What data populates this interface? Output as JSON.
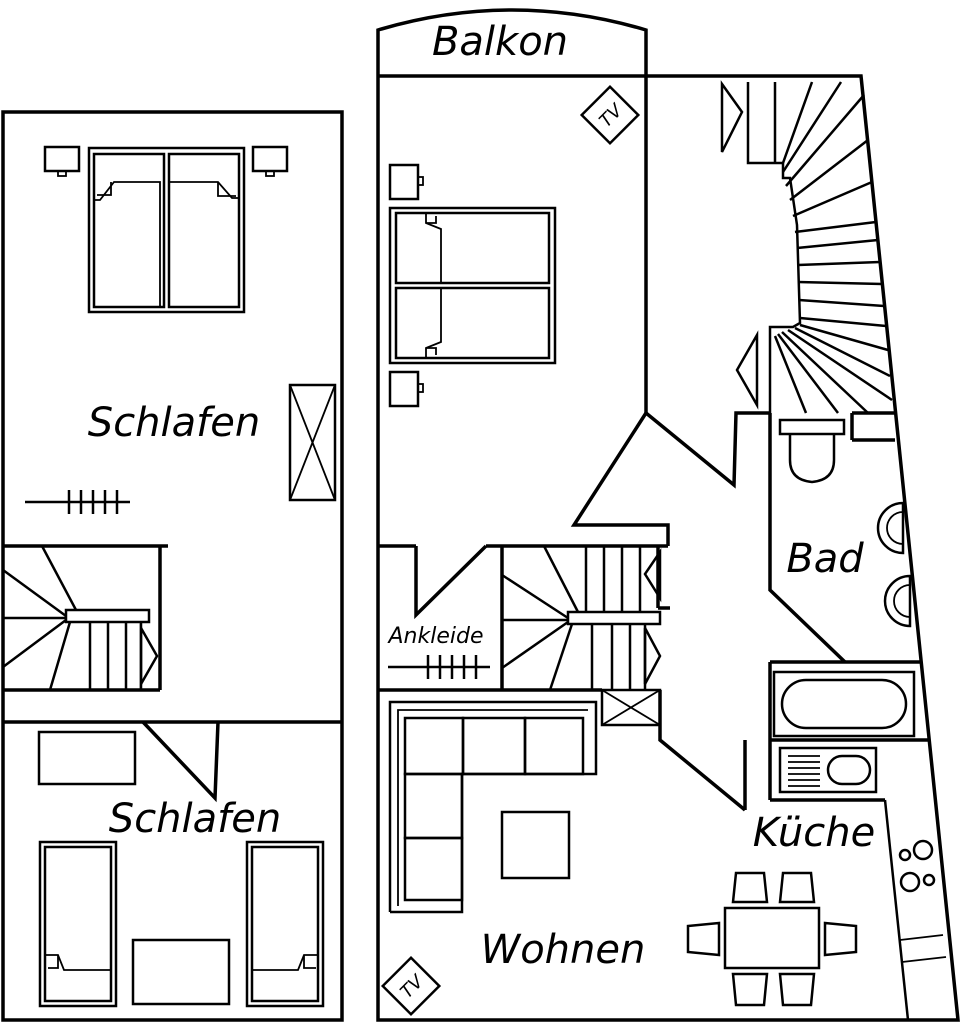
{
  "plan": {
    "rooms": {
      "balkon": "Balkon",
      "schlafen_upper": "Schlafen",
      "schlafen_lower": "Schlafen",
      "ankleide": "Ankleide",
      "bad": "Bad",
      "kueche": "Küche",
      "wohnen": "Wohnen"
    },
    "tv_label": "TV"
  }
}
